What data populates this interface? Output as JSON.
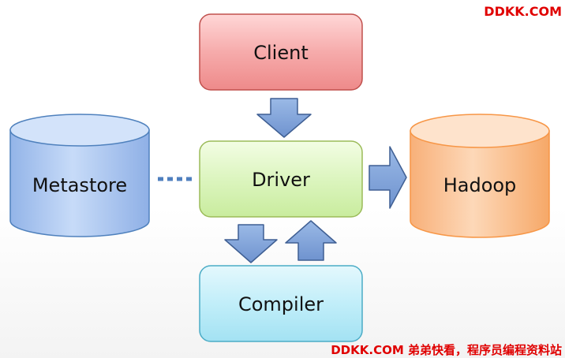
{
  "nodes": {
    "client": {
      "label": "Client",
      "fill": "#f39a9a",
      "stroke": "#c0504d"
    },
    "driver": {
      "label": "Driver",
      "fill": "#d6f2b4",
      "stroke": "#9bbb59"
    },
    "compiler": {
      "label": "Compiler",
      "fill": "#b7ebf7",
      "stroke": "#4bacc6"
    },
    "metastore": {
      "label": "Metastore",
      "fill": "#a9c5f0",
      "stroke": "#4f81bd"
    },
    "hadoop": {
      "label": "Hadoop",
      "fill": "#fac090",
      "stroke": "#f79646"
    }
  },
  "arrows": {
    "fill": "#7c9fd6",
    "stroke": "#3f5f93"
  },
  "watermark": {
    "top": "DDKK.COM",
    "bottom": "DDKK.COM 弟弟快看，程序员编程资料站",
    "color": "#e00000"
  }
}
